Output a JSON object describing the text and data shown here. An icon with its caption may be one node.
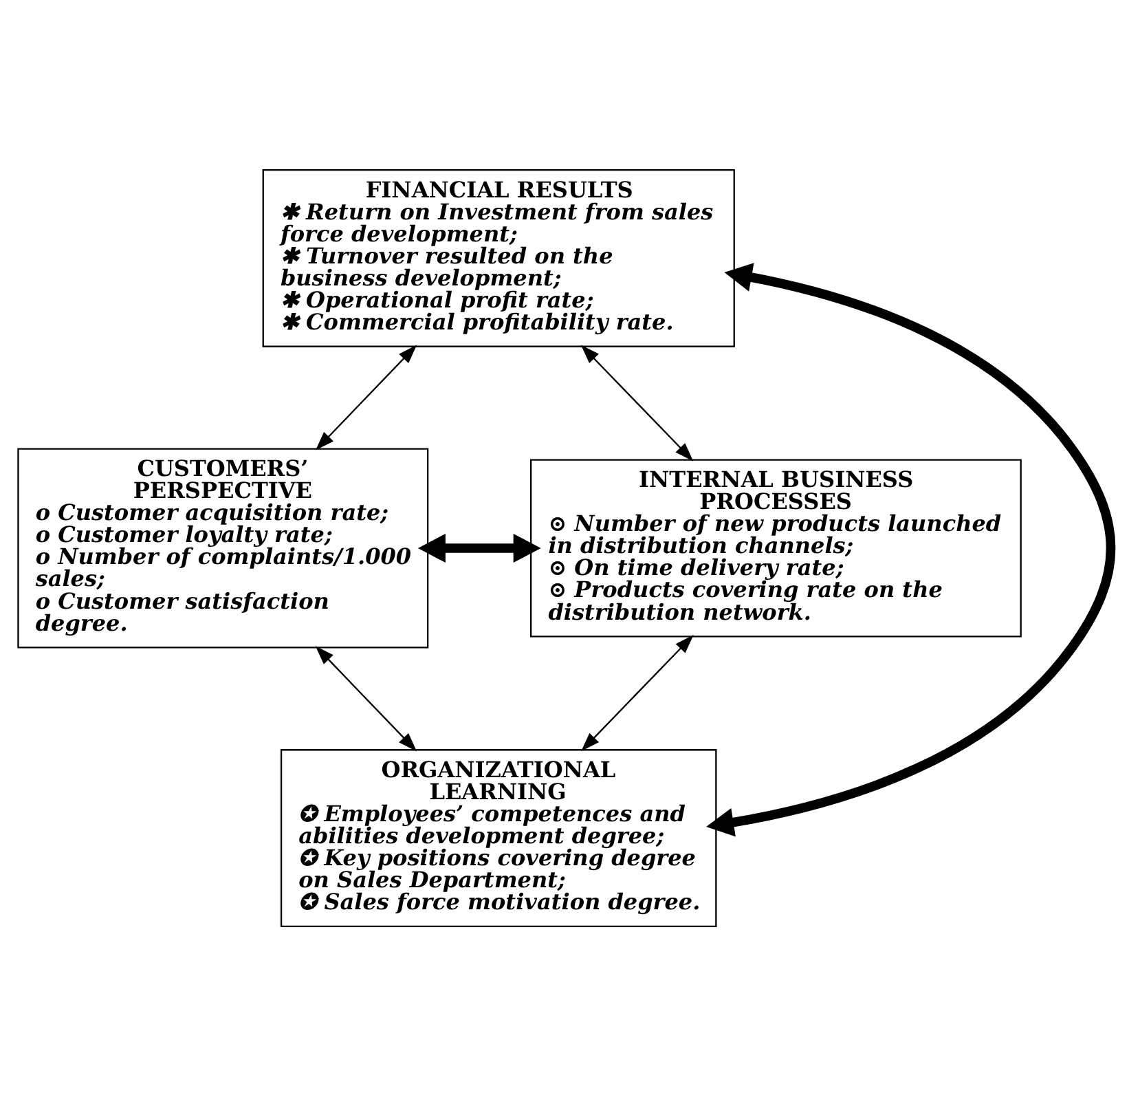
{
  "diagram": {
    "nodes": [
      {
        "text": [
          "FINANCIAL RESULTS",
          "✱ Return on Investment from sales force development;",
          "✱ Turnover resulted on the business development;",
          "✱ Operational profit rate;",
          "✱ Commercial profitability rate."
        ]
      },
      {
        "text": [
          "CUSTOMERS’ PERSPECTIVE",
          "o Customer acquisition rate;",
          "o Customer loyalty rate;",
          "o Number of complaints/1.000 sales;",
          "o Customer satisfaction degree."
        ]
      },
      {
        "text": [
          "INTERNAL BUSINESS PROCESSES",
          "⊙ Number of new products launched in distribution channels;",
          "⊙ On time delivery rate;",
          "⊙ Products covering rate on the distribution network."
        ]
      },
      {
        "text": [
          "ORGANIZATIONAL LEARNING",
          "✪ Employees’ competences and abilities development degree;",
          "✪ Key positions covering degree on Sales Department;",
          "✪ Sales force motivation degree."
        ]
      }
    ],
    "edges": [
      {
        "from": 0,
        "to": 1,
        "arrow": "both"
      },
      {
        "from": 0,
        "to": 2,
        "arrow": "both"
      },
      {
        "from": 1,
        "to": 3,
        "arrow": "both"
      },
      {
        "from": 2,
        "to": 3,
        "arrow": "both"
      },
      {
        "from": 0,
        "to": 3,
        "arrow": "both",
        "style": "thick"
      },
      {
        "from": 1,
        "to": 2,
        "arrow": "both",
        "style": "thick"
      }
    ]
  }
}
